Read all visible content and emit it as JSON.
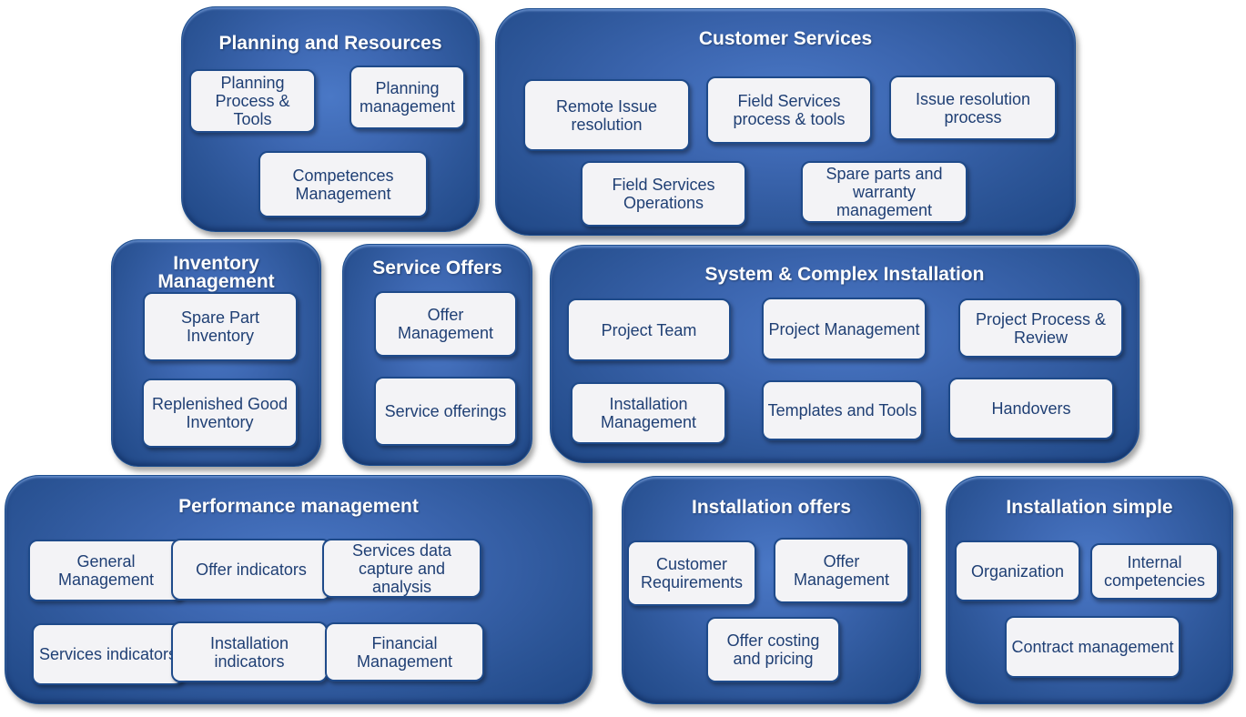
{
  "groups": {
    "planning": {
      "title": "Planning and Resources",
      "items": [
        "Planning Process & Tools",
        "Planning management",
        "Competences Management"
      ]
    },
    "customer_services": {
      "title": "Customer Services",
      "items": [
        "Remote Issue resolution",
        "Field Services process & tools",
        "Issue resolution process",
        "Field Services Operations",
        "Spare parts and warranty management"
      ]
    },
    "inventory": {
      "title": "Inventory Management",
      "items": [
        "Spare Part Inventory",
        "Replenished Good Inventory"
      ]
    },
    "service_offers": {
      "title": "Service Offers",
      "items": [
        "Offer Management",
        "Service offerings"
      ]
    },
    "system_complex": {
      "title": "System & Complex Installation",
      "items": [
        "Project Team",
        "Project Management",
        "Project Process & Review",
        "Installation Management",
        "Templates and Tools",
        "Handovers"
      ]
    },
    "performance": {
      "title": "Performance management",
      "items": [
        "General Management",
        "Offer indicators",
        "Services data capture and analysis",
        "Services indicators",
        "Installation indicators",
        "Financial Management"
      ]
    },
    "installation_offers": {
      "title": "Installation offers",
      "items": [
        "Customer Requirements",
        "Offer Management",
        "Offer costing and pricing"
      ]
    },
    "installation_simple": {
      "title": "Installation simple",
      "items": [
        "Organization",
        "Internal competencies",
        "Contract management"
      ]
    }
  },
  "colors": {
    "group_fill": "#3c66b0",
    "item_fill": "#f3f3f6",
    "item_text": "#1f3f74",
    "title_text": "#ffffff"
  }
}
